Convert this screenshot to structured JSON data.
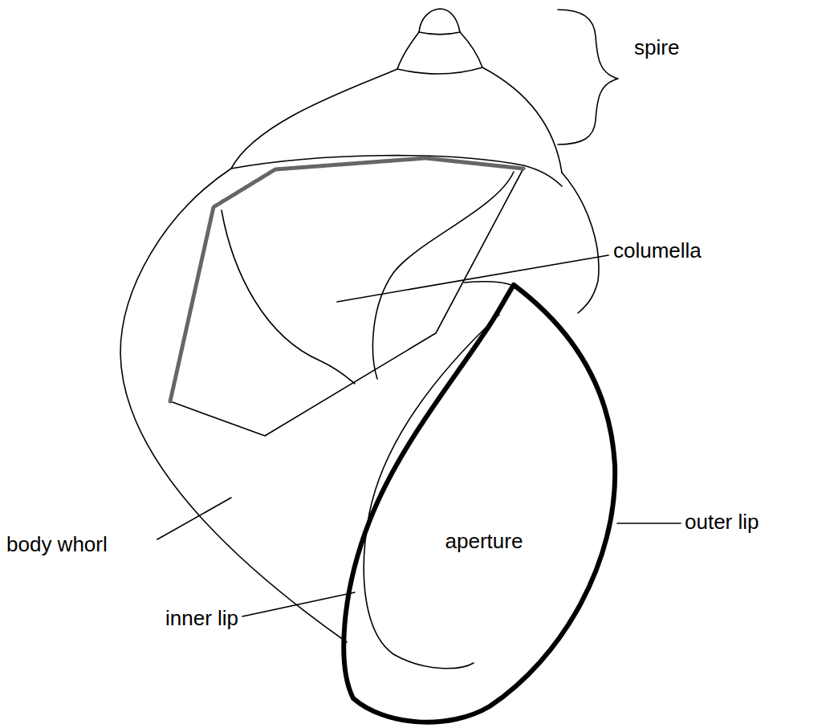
{
  "diagram": {
    "labels": [
      "spire",
      "columella",
      "outer lip",
      "aperture",
      "body whorl",
      "inner lip"
    ]
  }
}
